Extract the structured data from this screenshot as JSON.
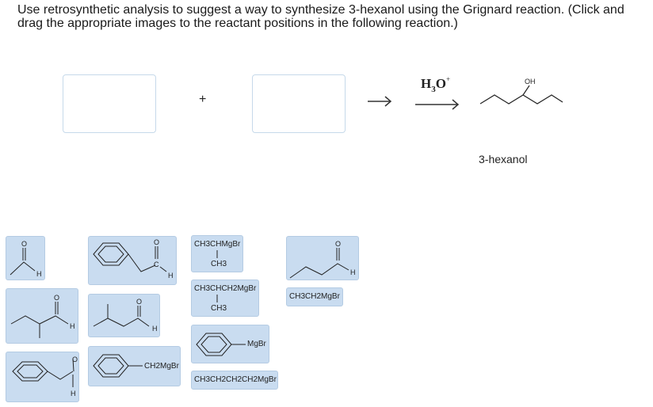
{
  "instructions": "Use retrosynthetic analysis to suggest a way to synthesize 3-hexanol using the Grignard reaction. (Click and drag the appropriate images to the reactant positions in the following reaction.)",
  "reaction": {
    "plus": "+",
    "reagent_main": "H",
    "reagent_sub": "3",
    "reagent_o": "O",
    "reagent_sup": "+",
    "product_label": "OH",
    "product_name": "3-hexanol"
  },
  "cards": {
    "acetaldehyde": {
      "o": "O",
      "h": "H"
    },
    "phenylacetaldehyde": {
      "o": "O",
      "c": "C",
      "h": "H"
    },
    "isopropylmagnesium": {
      "line1": "CH3CHMgBr",
      "line2": "CH3"
    },
    "propanal": {
      "o": "O",
      "h": "H"
    },
    "methylbutanal": {
      "o": "O",
      "h": "H"
    },
    "isobutanal": {
      "o": "O",
      "h": "H"
    },
    "sec_butylmagnesium": {
      "line1": "CH3CHCH2MgBr",
      "line2": "CH3"
    },
    "ethylmagnesium": {
      "label": "CH3CH2MgBr"
    },
    "phenylmagnesium": {
      "label": "MgBr"
    },
    "benzaldehyde": {
      "o": "O",
      "h": "H"
    },
    "benzylmagnesium": {
      "label": "CH2MgBr"
    },
    "butylmagnesium": {
      "label": "CH3CH2CH2CH2MgBr"
    }
  }
}
